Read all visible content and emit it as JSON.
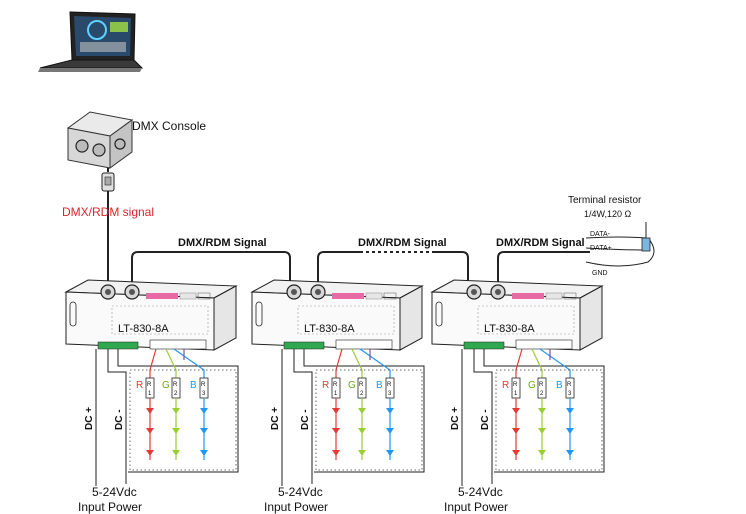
{
  "console": {
    "label": "DMX Console"
  },
  "signal": {
    "label": "DMX/RDM signal",
    "bus_label": "DMX/RDM Signal"
  },
  "terminal": {
    "title": "Terminal resistor",
    "spec": "1/4W,120 Ω",
    "data_minus": "DATA-",
    "data_plus": "DATA+",
    "gnd": "GND"
  },
  "decoders": [
    {
      "model": "LT-830-8A",
      "dc_plus": "DC +",
      "dc_minus": "DC -",
      "power_volt": "5-24Vdc",
      "power_label": "Input Power",
      "channels": [
        {
          "letter": "R",
          "num": "1"
        },
        {
          "letter": "G",
          "num": "2"
        },
        {
          "letter": "B",
          "num": "3"
        }
      ]
    },
    {
      "model": "LT-830-8A",
      "dc_plus": "DC +",
      "dc_minus": "DC -",
      "power_volt": "5-24Vdc",
      "power_label": "Input Power",
      "channels": [
        {
          "letter": "R",
          "num": "1"
        },
        {
          "letter": "G",
          "num": "2"
        },
        {
          "letter": "B",
          "num": "3"
        }
      ]
    },
    {
      "model": "LT-830-8A",
      "dc_plus": "DC +",
      "dc_minus": "DC -",
      "power_volt": "5-24Vdc",
      "power_label": "Input Power",
      "channels": [
        {
          "letter": "R",
          "num": "1"
        },
        {
          "letter": "G",
          "num": "2"
        },
        {
          "letter": "B",
          "num": "3"
        }
      ]
    }
  ],
  "colors": {
    "signal_red": "#d9252b",
    "red": "#e53935",
    "green": "#9acd32",
    "blue": "#2196f3",
    "line": "#222222"
  }
}
